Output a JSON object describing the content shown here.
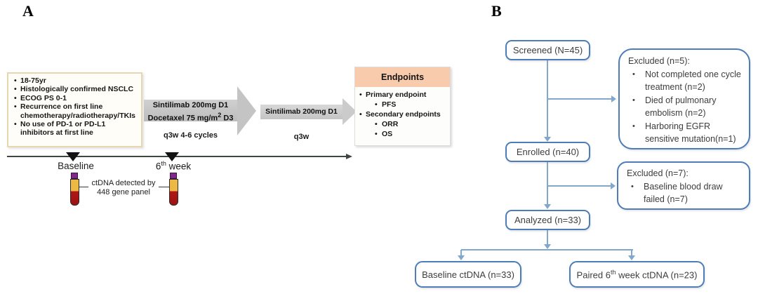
{
  "panel_a": {
    "label": "A",
    "criteria": {
      "items": [
        "18-75yr",
        "Histologically confirmed NSCLC",
        "ECOG PS 0-1",
        "Recurrence on first line chemotherapy/radiotherapy/TKIs",
        "No use of PD-1 or PD-L1 inhibitors at first line"
      ]
    },
    "arrow1": {
      "line1": "Sintilimab 200mg D1",
      "line2_base": "Docetaxel 75 mg/m",
      "line2_sup": "2",
      "line2_rest": " D3",
      "schedule": "q3w 4-6 cycles"
    },
    "arrow2": {
      "line1": "Sintilimab 200mg D1",
      "schedule": "q3w"
    },
    "endpoints": {
      "title": "Endpoints",
      "items": [
        {
          "level": 1,
          "text": "Primary endpoint"
        },
        {
          "level": 2,
          "text": "PFS"
        },
        {
          "level": 1,
          "text": "Secondary endpoints"
        },
        {
          "level": 2,
          "text": "ORR"
        },
        {
          "level": 2,
          "text": "OS"
        }
      ]
    },
    "timeline": {
      "baseline_label": "Baseline",
      "week6": {
        "base": "6",
        "sup": "th",
        "rest": " week"
      },
      "ctdna_line1": "ctDNA detected by",
      "ctdna_line2": "448 gene panel"
    }
  },
  "panel_b": {
    "label": "B",
    "screened": "Screened (N=45)",
    "excluded5": {
      "title": "Excluded (n=5):",
      "items": [
        "Not completed one cycle treatment (n=2)",
        "Died of pulmonary embolism (n=2)",
        "Harboring EGFR sensitive mutation(n=1)"
      ]
    },
    "enrolled": "Enrolled (n=40)",
    "excluded7": {
      "title": "Excluded (n=7):",
      "items": [
        "Baseline blood draw failed (n=7)"
      ]
    },
    "analyzed": "Analyzed (n=33)",
    "baseline_ctdna": "Baseline ctDNA (n=33)",
    "paired": {
      "base": "Paired 6",
      "sup": "th",
      "rest": " week ctDNA (n=23)"
    }
  },
  "colors": {
    "endpoints_header": "#f8cbad",
    "criteria_border": "#e6d7b0",
    "arrow_gray": "#c6c6c6",
    "flow_box_border": "#4d7cb8",
    "connector_blue": "#82a7cc",
    "timeline_line": "#3e4641",
    "tube_cap": "#7d2a88",
    "tube_serum": "#ecb945",
    "tube_blood": "#a81616"
  }
}
